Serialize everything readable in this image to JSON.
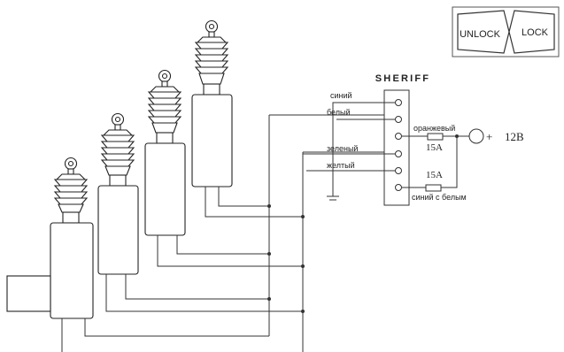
{
  "switch": {
    "left_label": "UNLOCK",
    "right_label": "LOCK"
  },
  "module": {
    "title": "SHERIFF"
  },
  "wires": {
    "blue": "синий",
    "white": "белый",
    "orange": "оранжевый",
    "green": "зеленый",
    "yellow": "желтый",
    "blue_white": "синий с белым"
  },
  "fuses": {
    "fuse1": "15A",
    "fuse2": "15A"
  },
  "power": {
    "plus": "+",
    "voltage": "12В"
  }
}
